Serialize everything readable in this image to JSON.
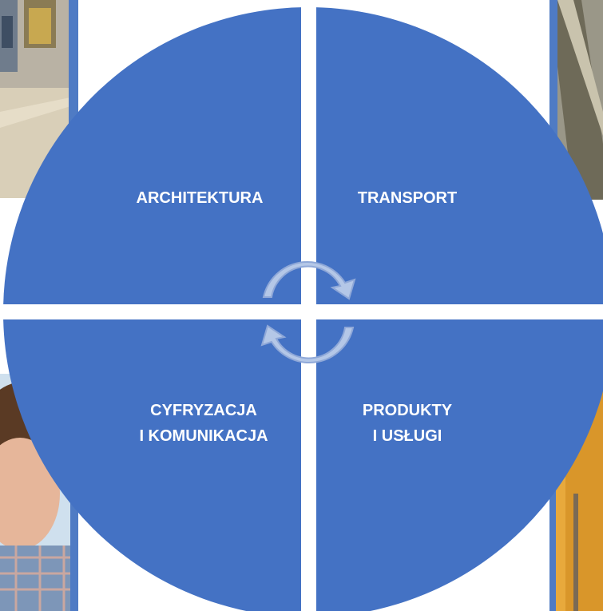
{
  "diagram": {
    "quadrants": {
      "architektura": {
        "lines": [
          "ARCHITEKTURA"
        ]
      },
      "transport": {
        "lines": [
          "TRANSPORT"
        ]
      },
      "cyfryzacja": {
        "lines": [
          "CYFRYZACJA",
          "I KOMUNIKACJA"
        ]
      },
      "produkty": {
        "lines": [
          "PRODUKTY",
          "I USŁUGI"
        ]
      }
    },
    "colors": {
      "circle_fill": "#4472c4",
      "divider": "#ffffff",
      "arrow_fill": "#b4c7e7",
      "arrow_stroke": "#8fa8d8",
      "photo_frame": "#4f7bc4"
    },
    "photos": [
      {
        "position": "top-left",
        "scene": "corridor"
      },
      {
        "position": "top-right",
        "scene": "escalator"
      },
      {
        "position": "bottom-left",
        "scene": "child"
      },
      {
        "position": "bottom-right",
        "scene": "street"
      }
    ]
  }
}
